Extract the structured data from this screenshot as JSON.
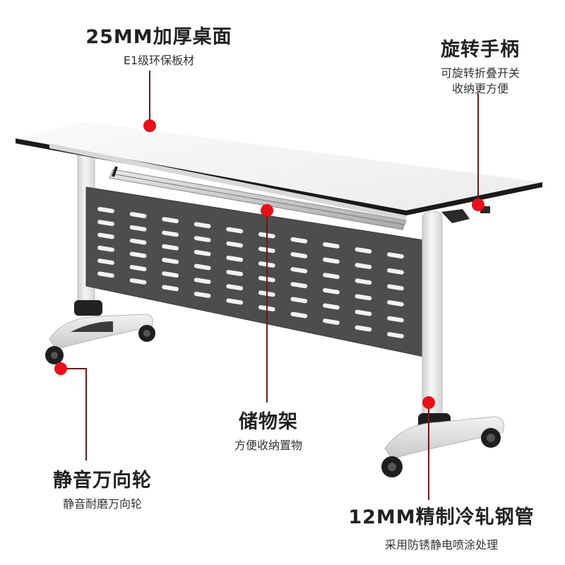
{
  "features": {
    "tabletop": {
      "title": "25MM加厚桌面",
      "subtitle": "E1级环保板材"
    },
    "handle": {
      "title": "旋转手柄",
      "subtitle_line1": "可旋转折叠开关",
      "subtitle_line2": "收纳更方便"
    },
    "rack": {
      "title": "储物架",
      "subtitle": "方便收纳置物"
    },
    "wheels": {
      "title": "静音万向轮",
      "subtitle": "静音耐磨万向轮"
    },
    "steel": {
      "title": "12MM精制冷轧钢管",
      "subtitle": "采用防锈静电喷涂处理"
    }
  },
  "colors": {
    "marker": "#e8101a",
    "callout_line": "#6b1a1a",
    "tabletop": "#f4f4f4",
    "panel": "#4d4d4d",
    "frame": "#e6e6e6",
    "text": "#222222"
  }
}
